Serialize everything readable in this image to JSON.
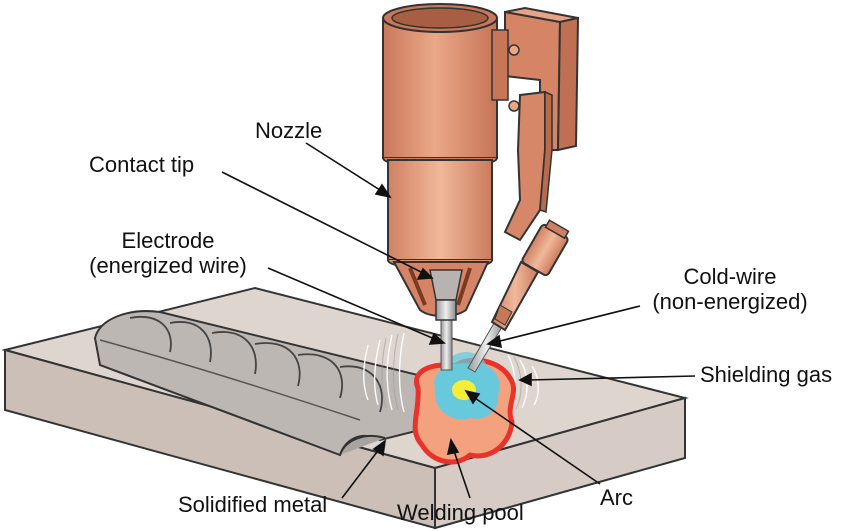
{
  "labels": {
    "nozzle": "Nozzle",
    "contact_tip": "Contact tip",
    "electrode_line1": "Electrode",
    "electrode_line2": "(energized wire)",
    "cold_wire_line1": "Cold-wire",
    "cold_wire_line2": "(non-energized)",
    "shielding_gas": "Shielding gas",
    "solidified_metal": "Solidified metal",
    "welding_pool": "Welding pool",
    "arc": "Arc"
  },
  "colors": {
    "copper": "#d98a68",
    "copper_dark": "#b8694a",
    "copper_light": "#e9ab8e",
    "plate_top": "#dcd2cc",
    "plate_side": "#c7bbb4",
    "bead": "#a39f9d",
    "pool_outline": "#e8322a",
    "pool": "#f0a07c",
    "arc_glow": "#62c6d8",
    "arc_core": "#f4ec3a"
  }
}
